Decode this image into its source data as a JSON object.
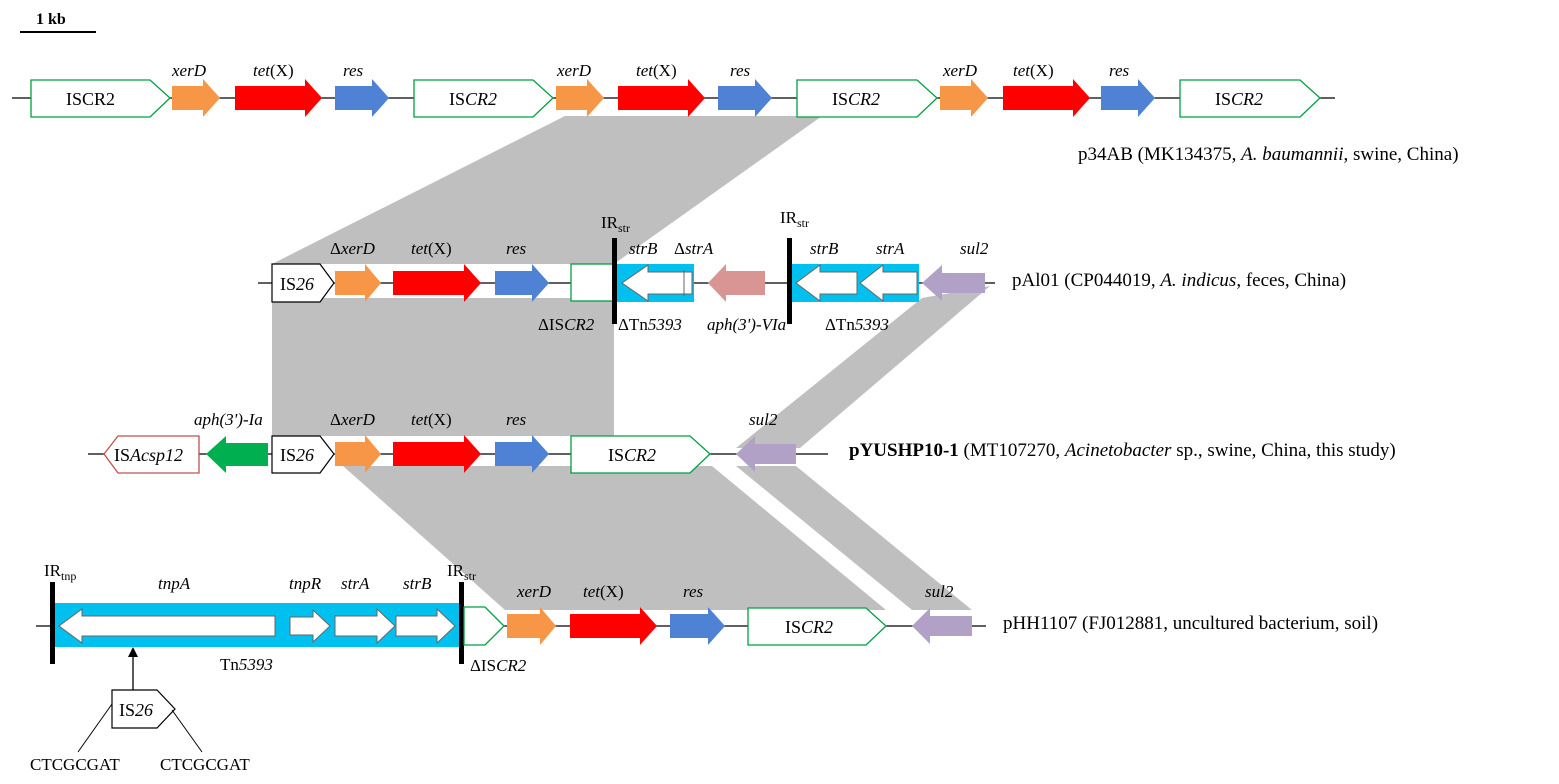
{
  "scale_bar": {
    "label": "1 kb"
  },
  "tracks": [
    {
      "id": "p34ab",
      "label": {
        "name": "p34AB",
        "parts": [
          {
            "t": "p34AB (MK134375, "
          },
          {
            "t": "A. baumannii",
            "i": true
          },
          {
            "t": ", swine, China)"
          }
        ]
      },
      "genes": [
        {
          "label": "ISCR2",
          "color": "#ffffff"
        },
        {
          "label": "xerD",
          "color": "#f79646"
        },
        {
          "label": "tet(X)",
          "color": "#ff0000"
        },
        {
          "label": "res",
          "color": "#4f81d4"
        },
        {
          "label": "ISCR2",
          "color": "#ffffff"
        },
        {
          "label": "xerD",
          "color": "#f79646"
        },
        {
          "label": "tet(X)",
          "color": "#ff0000"
        },
        {
          "label": "res",
          "color": "#4f81d4"
        },
        {
          "label": "ISCR2",
          "color": "#ffffff"
        },
        {
          "label": "xerD",
          "color": "#f79646"
        },
        {
          "label": "tet(X)",
          "color": "#ff0000"
        },
        {
          "label": "res",
          "color": "#4f81d4"
        },
        {
          "label": "ISCR2",
          "color": "#ffffff"
        }
      ]
    },
    {
      "id": "pal01",
      "label": {
        "name": "pAl01",
        "parts": [
          {
            "t": "pAl01 (CP044019, "
          },
          {
            "t": "A. indicus",
            "i": true
          },
          {
            "t": ", feces, China)"
          }
        ]
      },
      "genes": [
        {
          "label": "IS26",
          "color": "#ffffff"
        },
        {
          "label": "ΔxerD",
          "color": "#f79646"
        },
        {
          "label": "tet(X)",
          "color": "#ff0000"
        },
        {
          "label": "res",
          "color": "#4f81d4"
        },
        {
          "label": "ΔISCR2",
          "color": "#ffffff"
        },
        {
          "label": "strB",
          "color": "#ffffff"
        },
        {
          "label": "ΔstrA",
          "color": "#ffffff"
        },
        {
          "label": "aph(3')-VIa",
          "color": "#d99594"
        },
        {
          "label": "strB",
          "color": "#ffffff"
        },
        {
          "label": "strA",
          "color": "#ffffff"
        },
        {
          "label": "sul2",
          "color": "#b2a1c7"
        }
      ],
      "elements": [
        "IRstr",
        "IRstr",
        "ΔTn5393",
        "ΔTn5393"
      ]
    },
    {
      "id": "pyushp",
      "label": {
        "name": "pYUSHP10-1",
        "parts": [
          {
            "t": "pYUSHP10-1",
            "b": true
          },
          {
            "t": " (MT107270, "
          },
          {
            "t": "Acinetobacter",
            "i": true
          },
          {
            "t": " sp., swine, China, this study)"
          }
        ]
      },
      "genes": [
        {
          "label": "ISAcsp12",
          "color": "#ffffff"
        },
        {
          "label": "aph(3')-Ia",
          "color": "#00b050"
        },
        {
          "label": "IS26",
          "color": "#ffffff"
        },
        {
          "label": "ΔxerD",
          "color": "#f79646"
        },
        {
          "label": "tet(X)",
          "color": "#ff0000"
        },
        {
          "label": "res",
          "color": "#4f81d4"
        },
        {
          "label": "ISCR2",
          "color": "#ffffff"
        },
        {
          "label": "sul2",
          "color": "#b2a1c7"
        }
      ]
    },
    {
      "id": "phh1107",
      "label": {
        "name": "pHH1107",
        "parts": [
          {
            "t": "pHH1107 (FJ012881, uncultured bacterium, soil)"
          }
        ]
      },
      "genes": [
        {
          "label": "tnpA",
          "color": "#ffffff"
        },
        {
          "label": "tnpR",
          "color": "#ffffff"
        },
        {
          "label": "strA",
          "color": "#ffffff"
        },
        {
          "label": "strB",
          "color": "#ffffff"
        },
        {
          "label": "ΔISCR2",
          "color": "#ffffff"
        },
        {
          "label": "xerD",
          "color": "#f79646"
        },
        {
          "label": "tet(X)",
          "color": "#ff0000"
        },
        {
          "label": "res",
          "color": "#4f81d4"
        },
        {
          "label": "ISCR2",
          "color": "#ffffff"
        },
        {
          "label": "sul2",
          "color": "#b2a1c7"
        }
      ],
      "elements": [
        "IRtnp",
        "IRstr",
        "Tn5393"
      ],
      "insertion": {
        "label": "IS26",
        "left_seq": "CTCGCGAT",
        "right_seq": "CTCGCGAT"
      }
    }
  ],
  "colors": {
    "transposon": "#00c0f0",
    "homology": "#bfbfbf",
    "iscr_border": "#00a040",
    "isacsp_border": "#c0504d"
  }
}
